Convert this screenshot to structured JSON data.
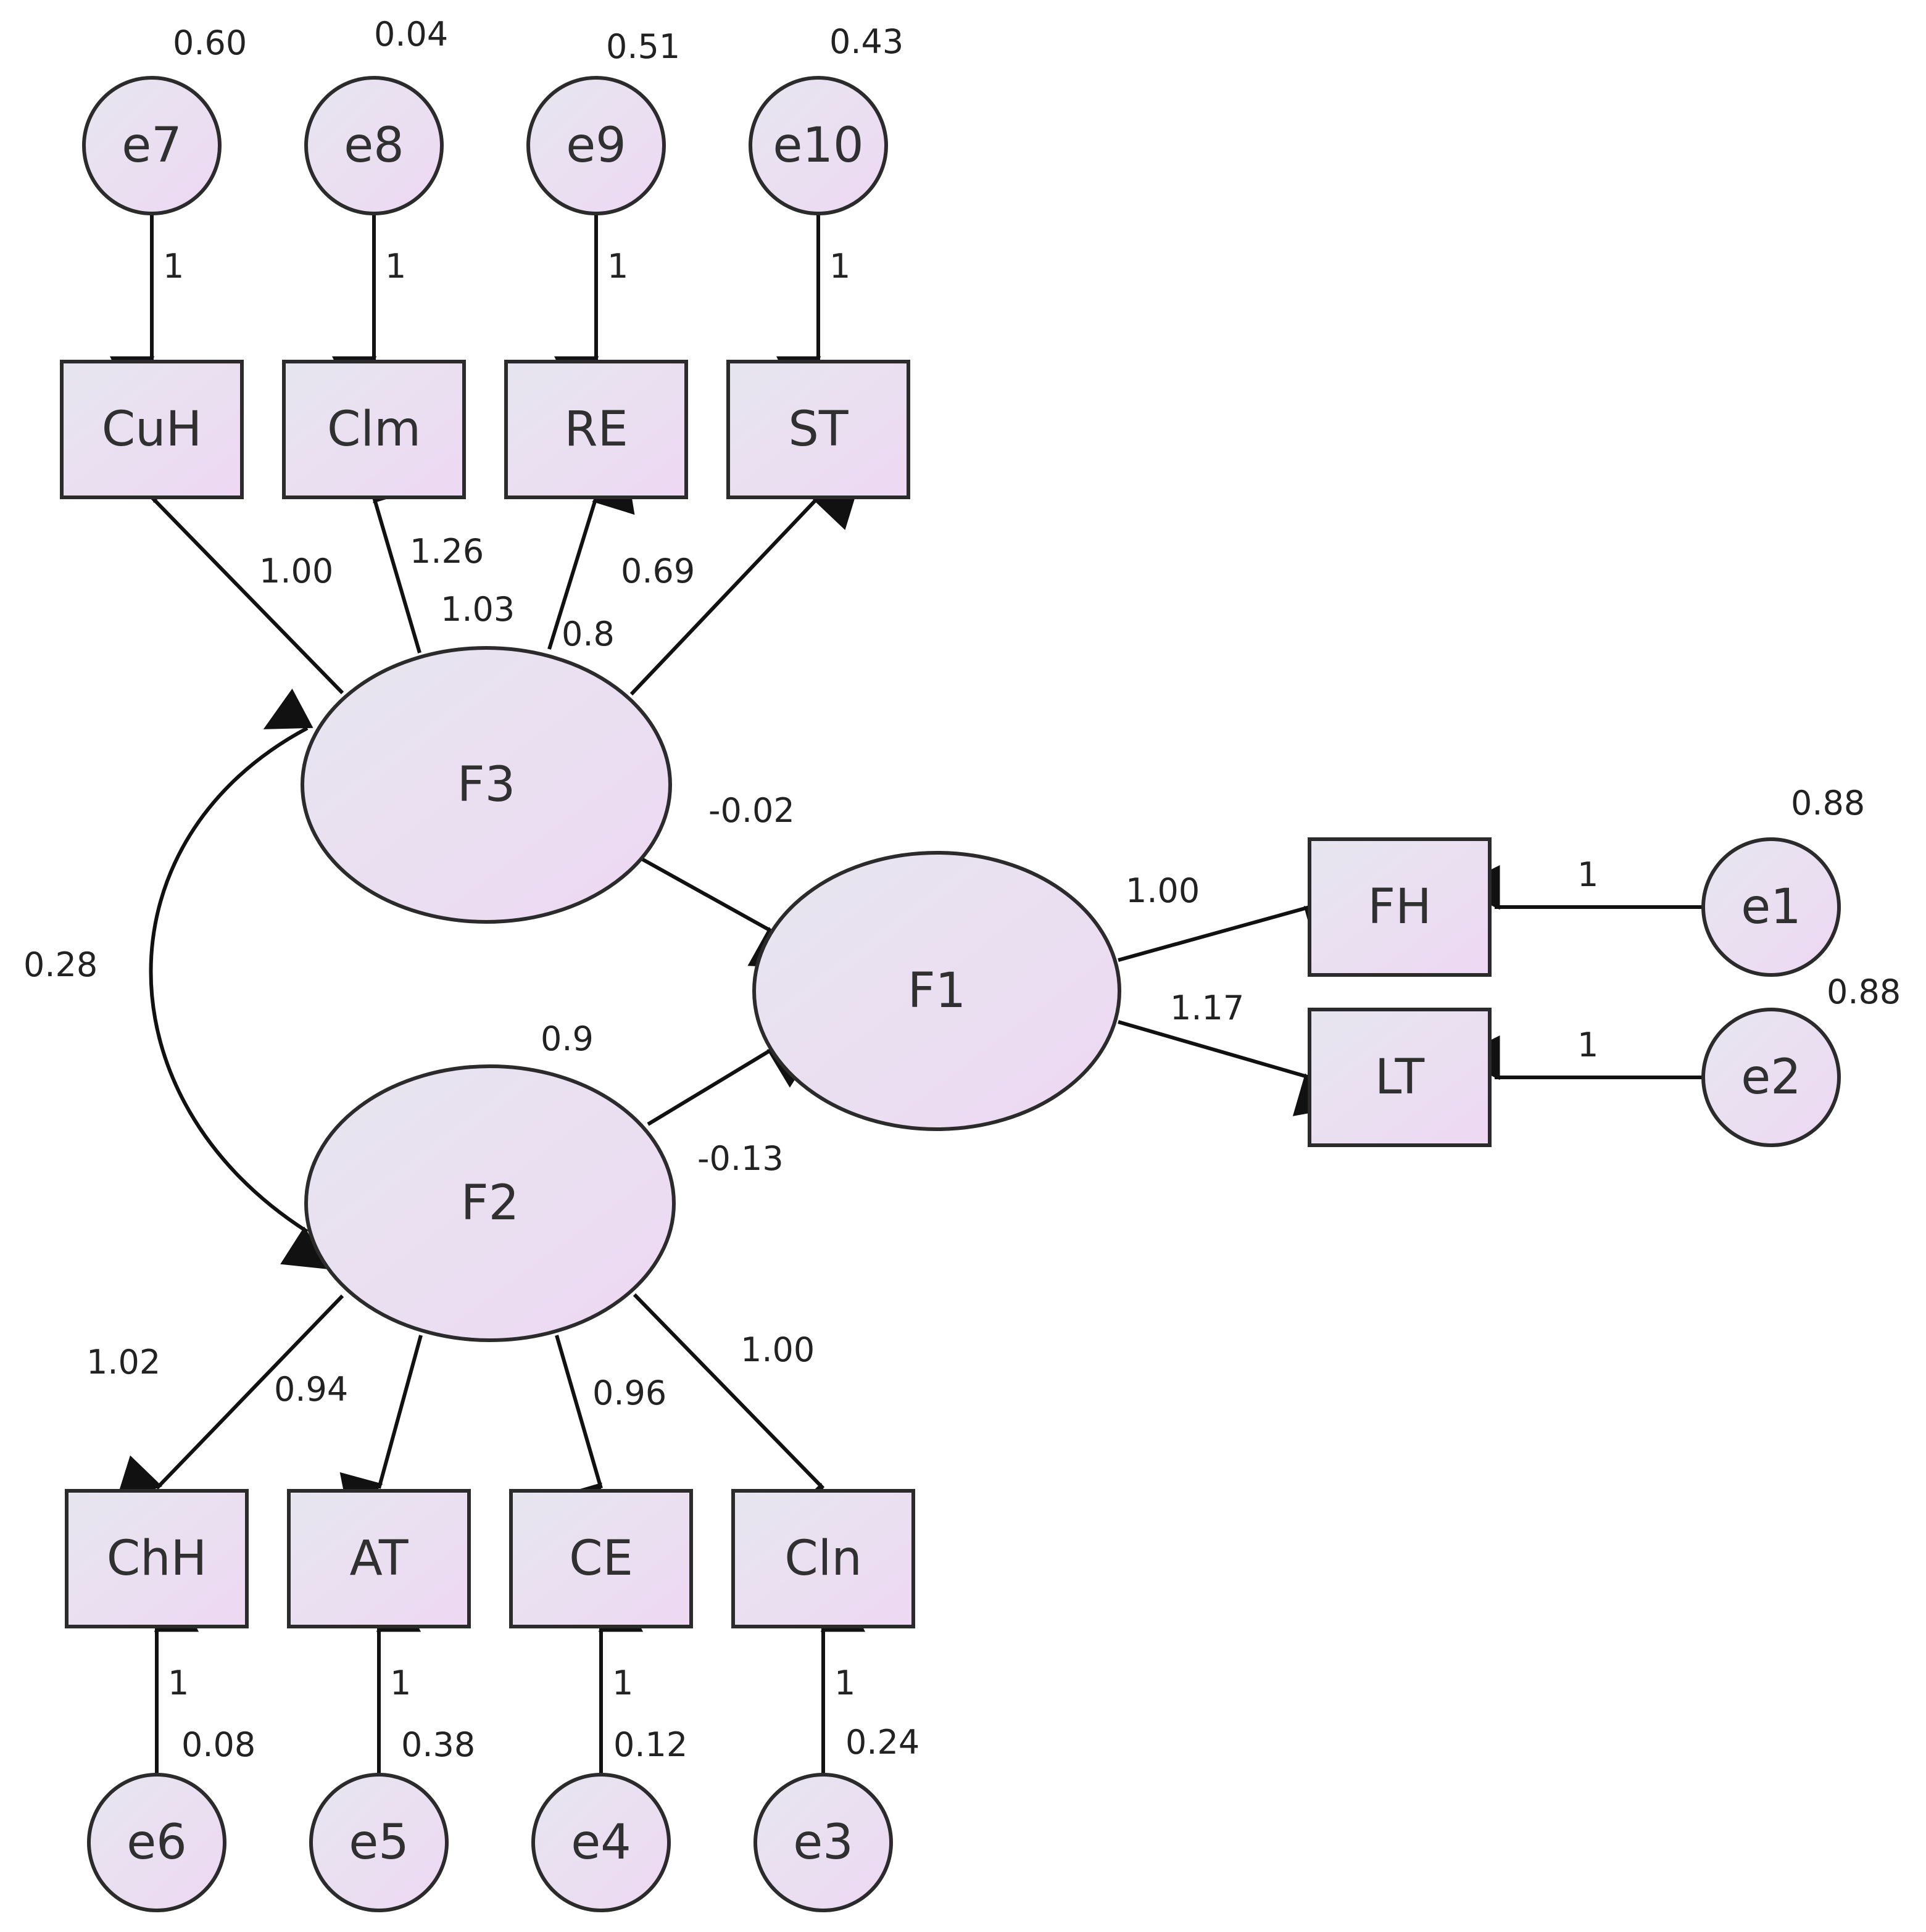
{
  "colors": {
    "fill_start": "#e6e6ef",
    "fill_end": "#eed8f3",
    "stroke": "#2b2b2b"
  },
  "nodes": {
    "e7": "e7",
    "e8": "e8",
    "e9": "e9",
    "e10": "e10",
    "CuH": "CuH",
    "Clm": "Clm",
    "RE": "RE",
    "ST": "ST",
    "F3": "F3",
    "F2": "F2",
    "F1": "F1",
    "FH": "FH",
    "LT": "LT",
    "e1": "e1",
    "e2": "e2",
    "ChH": "ChH",
    "AT": "AT",
    "CE": "CE",
    "Cln": "Cln",
    "e6": "e6",
    "e5": "e5",
    "e4": "e4",
    "e3": "e3"
  },
  "variances": {
    "e7": "0.60",
    "e8": "0.04",
    "e9": "0.51",
    "e10": "0.43",
    "e1": "0.88",
    "e2": "0.88",
    "e6": "0.08",
    "e5": "0.38",
    "e4": "0.12",
    "e3": "0.24",
    "F3": "1.03",
    "F2": "0.9"
  },
  "fixed_paths": {
    "e7": "1",
    "e8": "1",
    "e9": "1",
    "e10": "1",
    "e1": "1",
    "e2": "1",
    "e6": "1",
    "e5": "1",
    "e4": "1",
    "e3": "1"
  },
  "loadings": {
    "F3_CuH": "1.00",
    "F3_Clm": "1.26",
    "F3_RE": "0.8",
    "F3_ST": "0.69",
    "F1_FH": "1.00",
    "F1_LT": "1.17",
    "F2_ChH": "1.02",
    "F2_AT": "0.94",
    "F2_CE": "0.96",
    "F2_Cln": "1.00"
  },
  "structural": {
    "F3_F1": "-0.02",
    "F2_F1": "-0.13"
  },
  "covariance": {
    "F3_F2": "0.28"
  }
}
